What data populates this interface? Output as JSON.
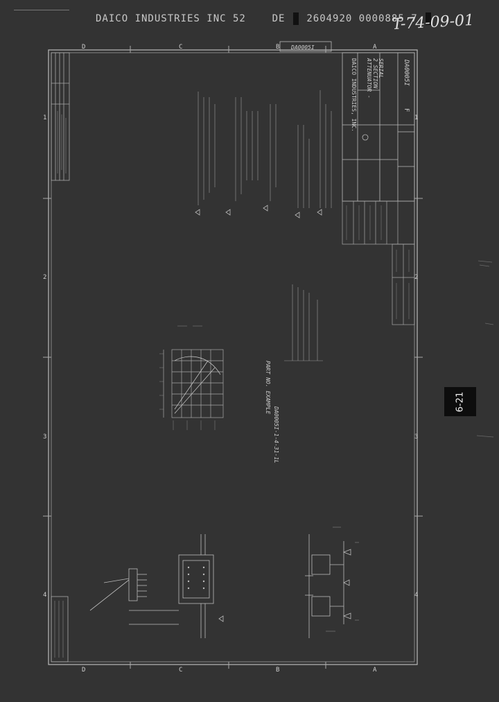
{
  "header": {
    "company": "DAICO INDUSTRIES INC 52",
    "code_prefix": "DE",
    "code_main": "2604920 0000885 7",
    "handwritten_ref": "T-74-09-01"
  },
  "title_block": {
    "company_name": "DAICO INDUSTRIES, INC.",
    "title_lines": [
      "ATTENUATOR -",
      "2 SECTION",
      "SERIAL"
    ],
    "drawing_number": "DA0005I",
    "rev": "F"
  },
  "drawing_stamp": "DA0005I",
  "part_example": {
    "heading": "PART NO. EXAMPLE",
    "part": "DA0005I-1-4-31-1L"
  },
  "zone_letters_top": [
    "D",
    "C",
    "B",
    "A"
  ],
  "zone_letters_bottom": [
    "D",
    "C",
    "B",
    "A"
  ],
  "zone_numbers_left": [
    "1",
    "2",
    "3",
    "4"
  ],
  "zone_numbers_right": [
    "1",
    "2",
    "3",
    "4"
  ],
  "page_tab": "6-21"
}
